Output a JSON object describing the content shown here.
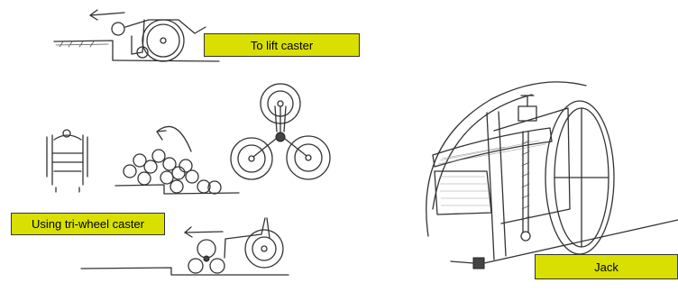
{
  "labels": {
    "lift_caster": "To lift caster",
    "tri_wheel_caster": "Using tri-wheel caster",
    "jack": "Jack"
  },
  "colors": {
    "label_background": "#d9e000",
    "sketch_stroke": "#333333"
  }
}
